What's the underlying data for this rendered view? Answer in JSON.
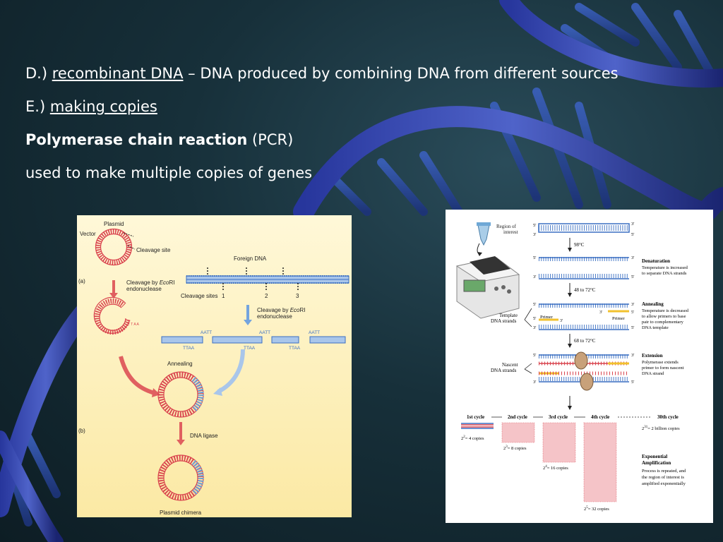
{
  "slide": {
    "line_d": {
      "prefix": "D.) ",
      "term": "recombinant DNA",
      "rest": " – DNA produced by combining DNA from different sources"
    },
    "line_e": {
      "prefix": "E.)  ",
      "term": "making copies"
    },
    "line_pcr": {
      "bold": "Polymerase chain reaction",
      "rest": " (PCR)"
    },
    "line_use": "used to make multiple copies of genes"
  },
  "figure_recombinant": {
    "plasmid": "Plasmid",
    "vector": "Vector",
    "cleavage_site": "Cleavage site",
    "panel_a": "(a)",
    "panel_b": "(b)",
    "cleavage_by": "Cleavage by",
    "ecori_italic": "Eco",
    "ecori_rest": "RI",
    "endonuclease": "endonuclease",
    "foreign_dna": "Foreign DNA",
    "cleavage_sites": "Cleavage sites",
    "site1": "1",
    "site2": "2",
    "site3": "3",
    "aatt": "AATT",
    "ttaa": "TTAA",
    "annealing": "Annealing",
    "dna_ligase": "DNA ligase",
    "plasmid_chimera": "Plasmid chimera"
  },
  "figure_pcr": {
    "region_of": "Region of",
    "interest": "interest",
    "temp_98": "98°C",
    "temp_48_72": "48 to 72°C",
    "temp_68_72": "68 to 72°C",
    "denaturation": "Denaturation",
    "denaturation_desc1": "Temperature is increased",
    "denaturation_desc2": "to separate DNA strands",
    "annealing": "Annealing",
    "annealing_desc1": "Temperature is decreased",
    "annealing_desc2": "to allow primers to base",
    "annealing_desc3": "pair to complementary",
    "annealing_desc4": "DNA template",
    "template": "Template",
    "dna_strands": "DNA strands",
    "primer": "Primer",
    "extension": "Extension",
    "extension_desc1": "Polymerase extends",
    "extension_desc2": "primer to form nascent",
    "extension_desc3": "DNA strand",
    "nascent": "Nascent",
    "nascent_strands": "DNA strands",
    "five_prime": "5'",
    "three_prime": "3'",
    "cycle1": "1st cycle",
    "cycle2": "2nd cycle",
    "cycle3": "3rd cycle",
    "cycle4": "4th cycle",
    "cycle30": "30th cycle",
    "copies_2_2": "= 4 copies",
    "copies_2_3": "= 8 copies",
    "copies_2_4": "= 16 copies",
    "copies_2_5": "= 32 copies",
    "copies_2_31": "= 2 billion copies",
    "exp_base": "2",
    "exp2": "2",
    "exp3": "3",
    "exp4": "4",
    "exp5": "5",
    "exp31": "31",
    "exponential": "Exponential",
    "amplification": "Amplification",
    "amp_desc1": "Process is repeated, and",
    "amp_desc2": "the region of interest is",
    "amp_desc3": "amplified exponentially"
  },
  "colors": {
    "dna_blue": "#3a6fc2",
    "dna_red": "#d9444e",
    "primer_yellow": "#f2c12e",
    "helix_blue": "#1c2f86"
  }
}
